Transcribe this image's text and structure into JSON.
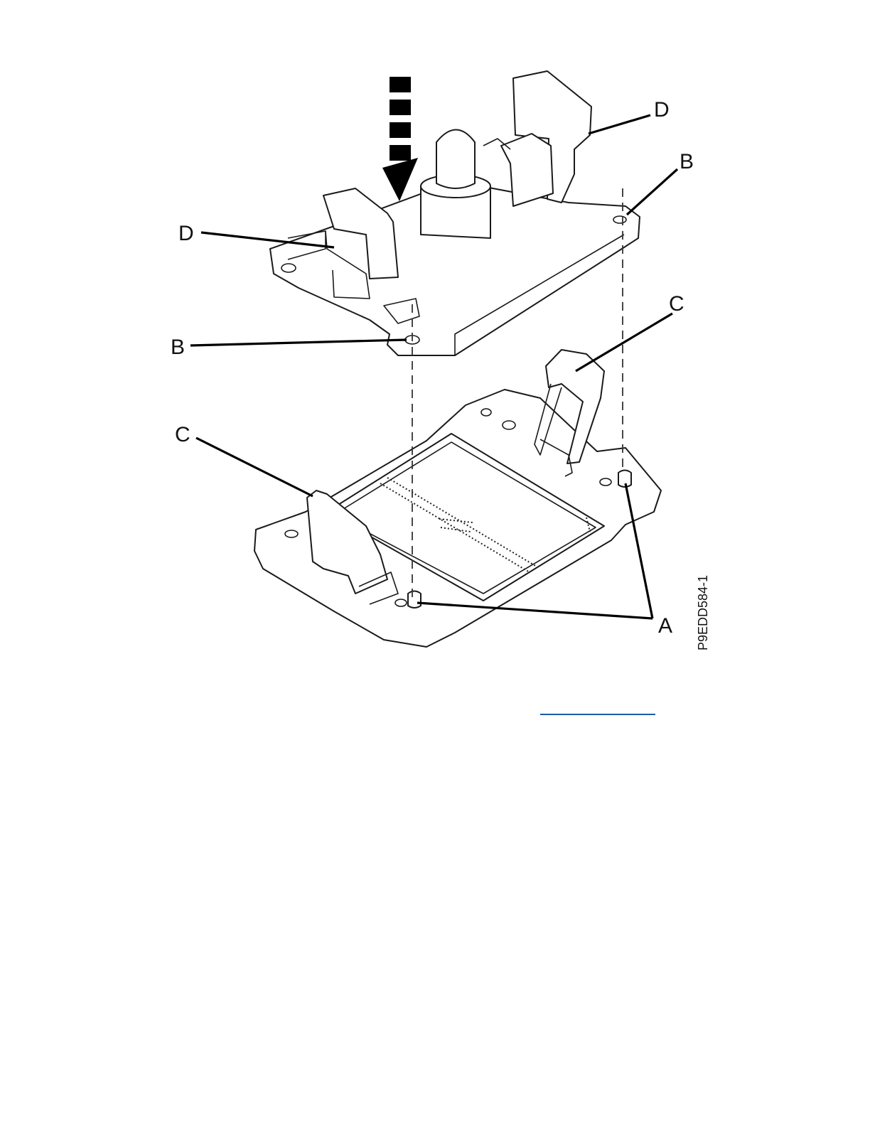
{
  "figure": {
    "callouts": {
      "a": "A",
      "b_top": "B",
      "b_left": "B",
      "c_right": "C",
      "c_left": "C",
      "d_top": "D",
      "d_left": "D"
    },
    "figure_id": "P9EDD584-1"
  },
  "colors": {
    "line": "#1a1a1a",
    "link": "#1e5aa8",
    "background": "#ffffff"
  }
}
